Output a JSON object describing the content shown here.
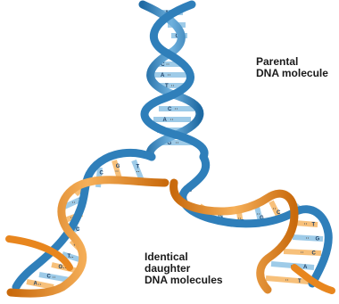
{
  "labels": {
    "parental": {
      "line1": "Parental",
      "line2": "DNA molecule"
    },
    "daughter": {
      "line1": "Identical",
      "line2": "daughter",
      "line3": "DNA molecules"
    }
  },
  "colors": {
    "parental_strand": "#2f7fba",
    "parental_strand_light": "#8fc3e6",
    "new_strand": "#e8861e",
    "new_strand_light": "#f7c07a",
    "base_pair": "#9ecbe8",
    "bond_dots": "#555555"
  },
  "bases": [
    "A",
    "T",
    "G",
    "C"
  ]
}
